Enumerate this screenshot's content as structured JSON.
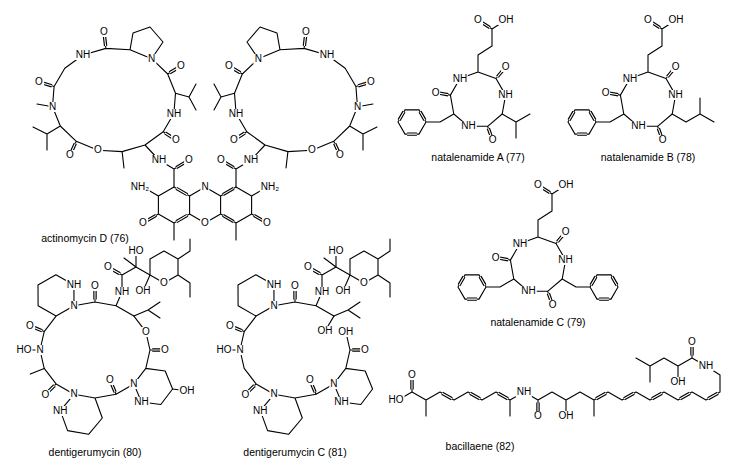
{
  "diagram": {
    "labels": [
      "O",
      "N",
      "NH",
      "O",
      "O",
      "N",
      "NH",
      "O",
      "O",
      "O",
      "NH",
      "O",
      "O",
      "N",
      "NH",
      "O",
      "O",
      "N",
      "NH",
      "O",
      "O",
      "O",
      "NH",
      "O",
      "N",
      "NH₂",
      "NH₂",
      "O",
      "O",
      "O",
      "actinomycin D (76)",
      "O",
      "OH",
      "O",
      "NH",
      "O",
      "NH",
      "NH",
      "O",
      "natalenamide A (77)",
      "O",
      "OH",
      "O",
      "NH",
      "O",
      "NH",
      "NH",
      "O",
      "natalenamide B (78)",
      "O",
      "OH",
      "O",
      "NH",
      "O",
      "NH",
      "NH",
      "O",
      "natalenamide C (79)",
      "NH",
      "O",
      "HO",
      "O",
      "O",
      "NH",
      "OH",
      "N",
      "O",
      "O",
      "HO",
      "N",
      "O",
      "O",
      "N",
      "OH",
      "O",
      "N",
      "NH",
      "NH",
      "dentigerumycin (80)",
      "NH",
      "O",
      "HO",
      "O",
      "O",
      "NH",
      "OH",
      "N",
      "O",
      "OH",
      "OH",
      "HO",
      "N",
      "O",
      "O",
      "N",
      "O",
      "N",
      "NH",
      "NH",
      "dentigerumycin C (81)",
      "O",
      "NH",
      "O",
      "OH",
      "HO",
      "NH",
      "O",
      "OH",
      "bacillaene (82)"
    ]
  }
}
